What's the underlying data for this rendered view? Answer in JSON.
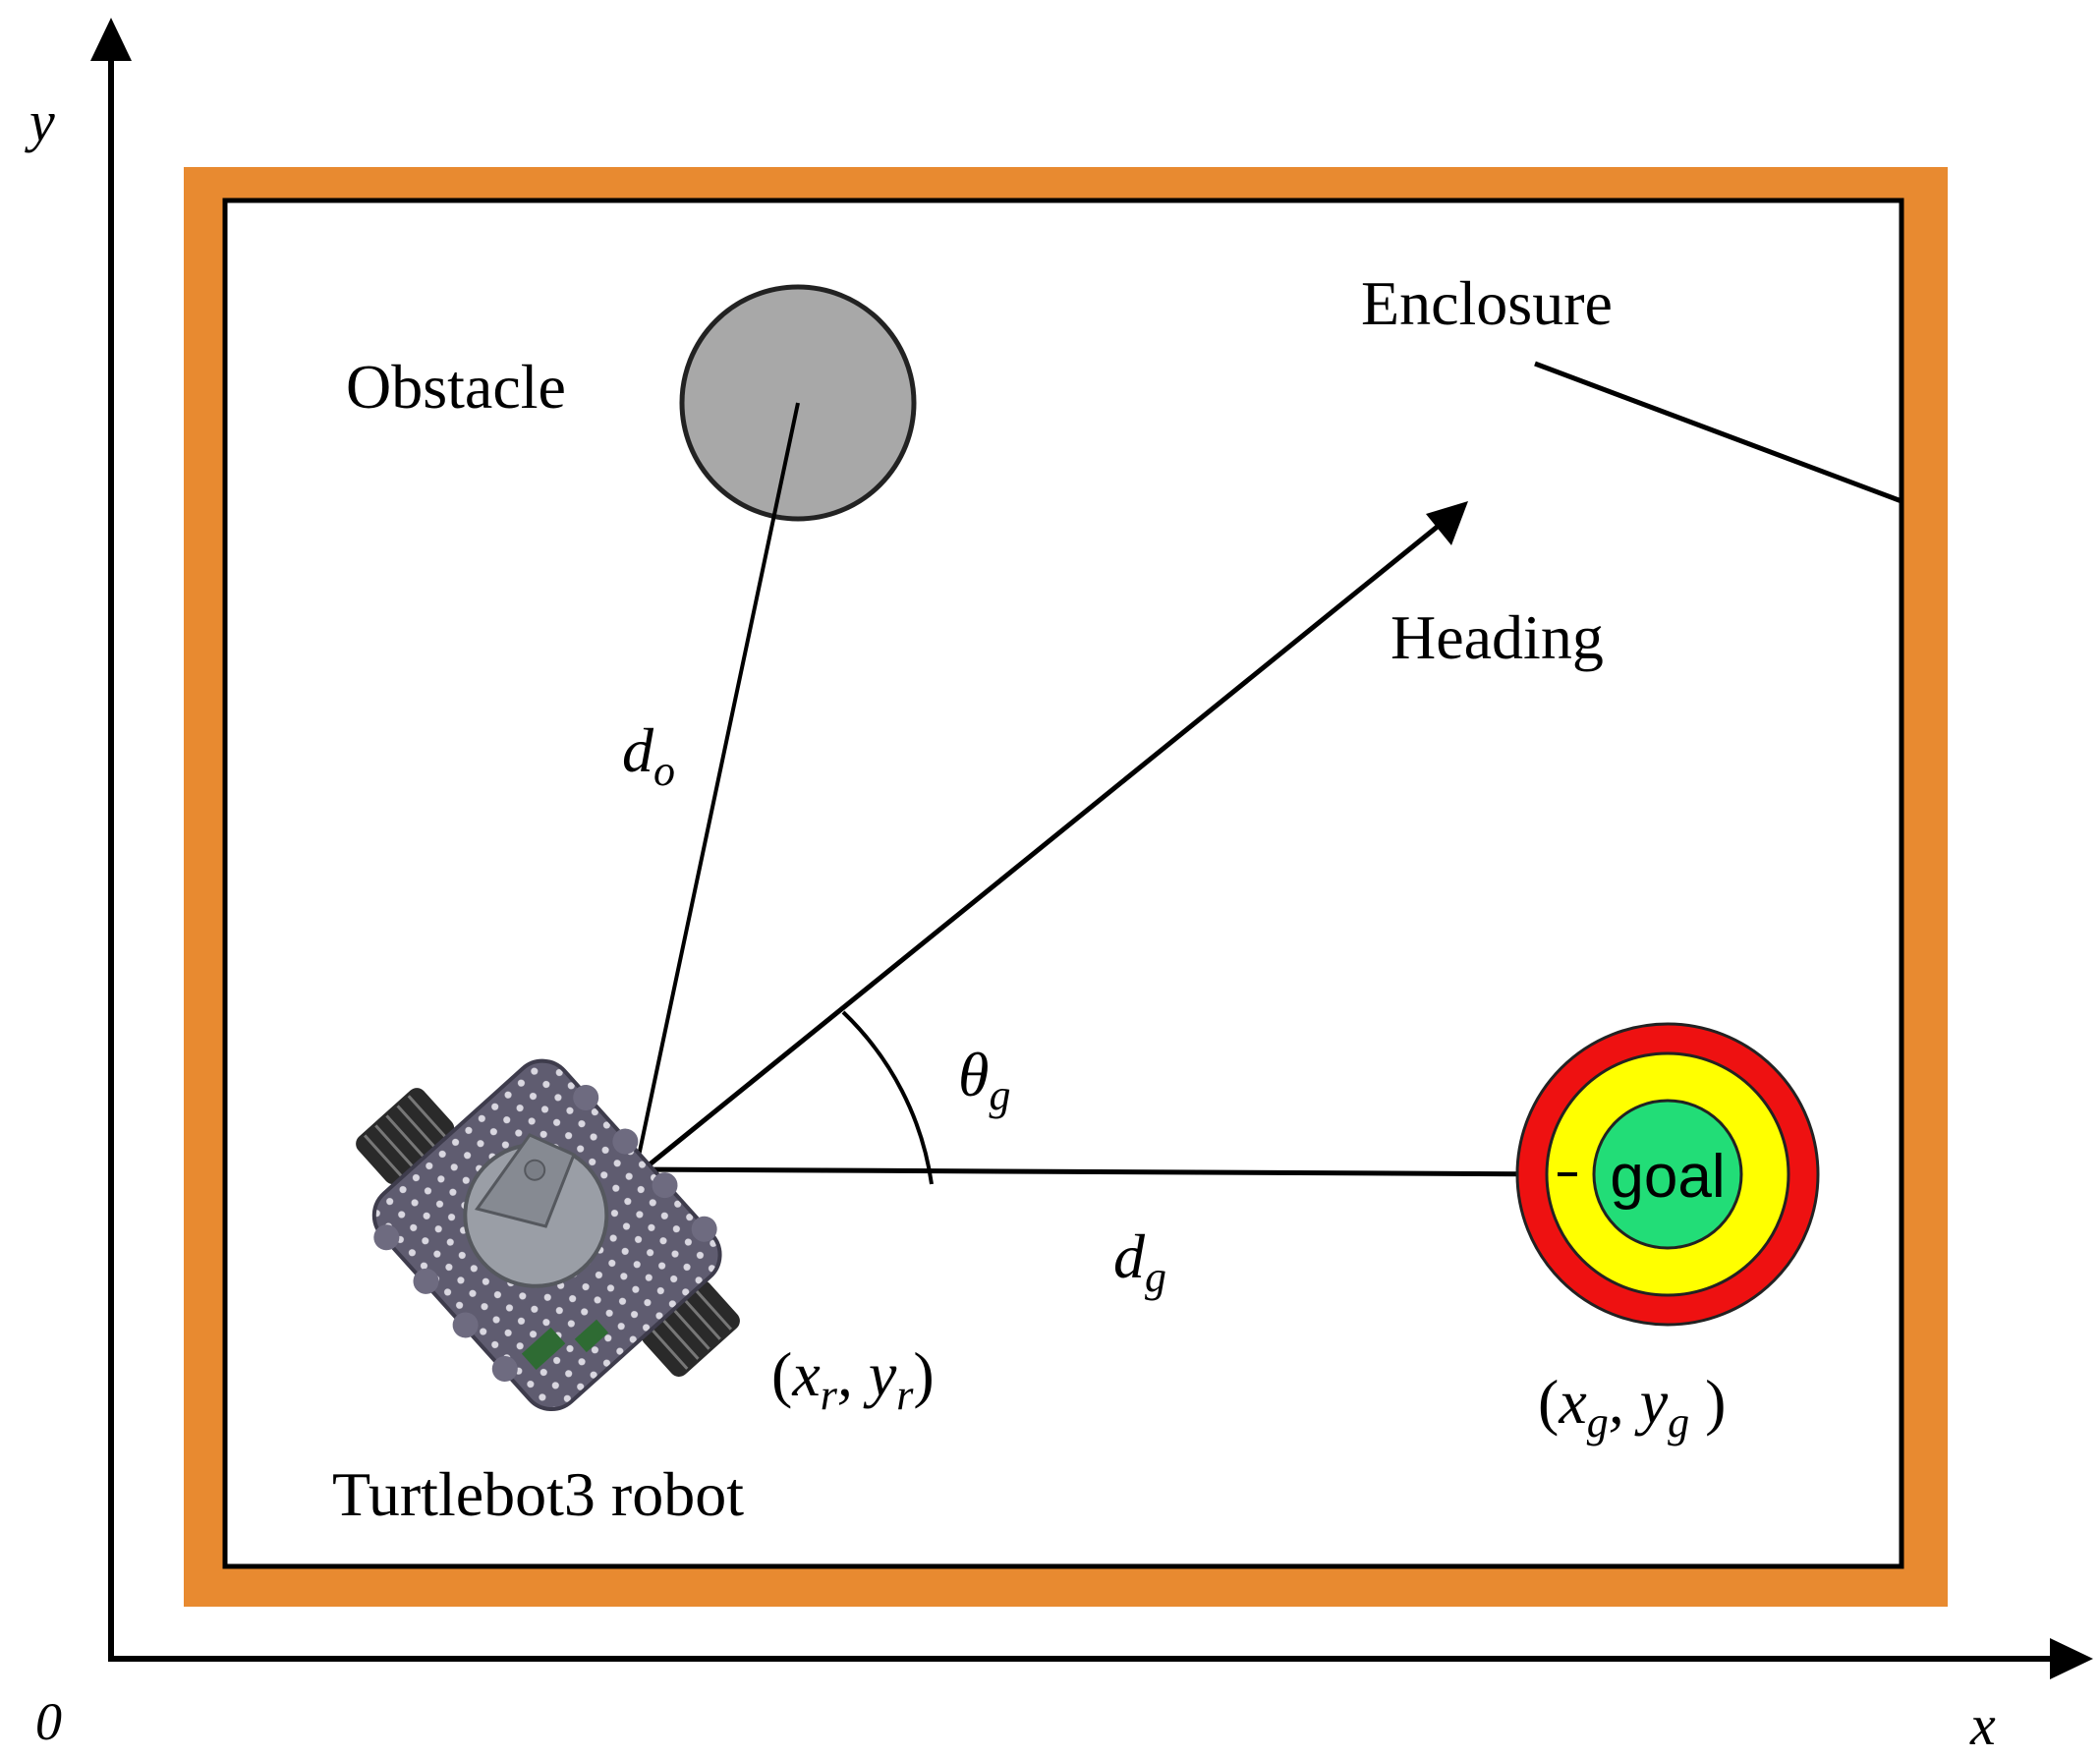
{
  "axes": {
    "y_label": "y",
    "x_label": "x",
    "origin_label": "0"
  },
  "labels": {
    "obstacle": "Obstacle",
    "enclosure": "Enclosure",
    "heading": "Heading",
    "robot": "Turtlebot3 robot",
    "goal": "goal"
  },
  "math": {
    "d_o": {
      "base": "d",
      "sub": "o"
    },
    "d_g": {
      "base": "d",
      "sub": "g"
    },
    "theta_g": {
      "base": "θ",
      "sub": "g"
    },
    "robot_coord": {
      "open": "(",
      "x": "x",
      "x_sub": "r",
      "sep": ", ",
      "y": "y",
      "y_sub": "r",
      "close": ")"
    },
    "goal_coord": {
      "open": "(",
      "x": "x",
      "x_sub": "g",
      "sep": ", ",
      "y": "y",
      "y_sub": "g",
      "close": " )"
    }
  },
  "colors": {
    "enclosure_wall": "#E88A30",
    "obstacle_fill": "#A8A8A8",
    "goal_outer": "#EE1111",
    "goal_middle": "#FFFF00",
    "goal_inner": "#22DD77",
    "robot_plate": "#5F5C70",
    "robot_shell": "#9A9EA6",
    "wheel": "#2A2A2A"
  }
}
